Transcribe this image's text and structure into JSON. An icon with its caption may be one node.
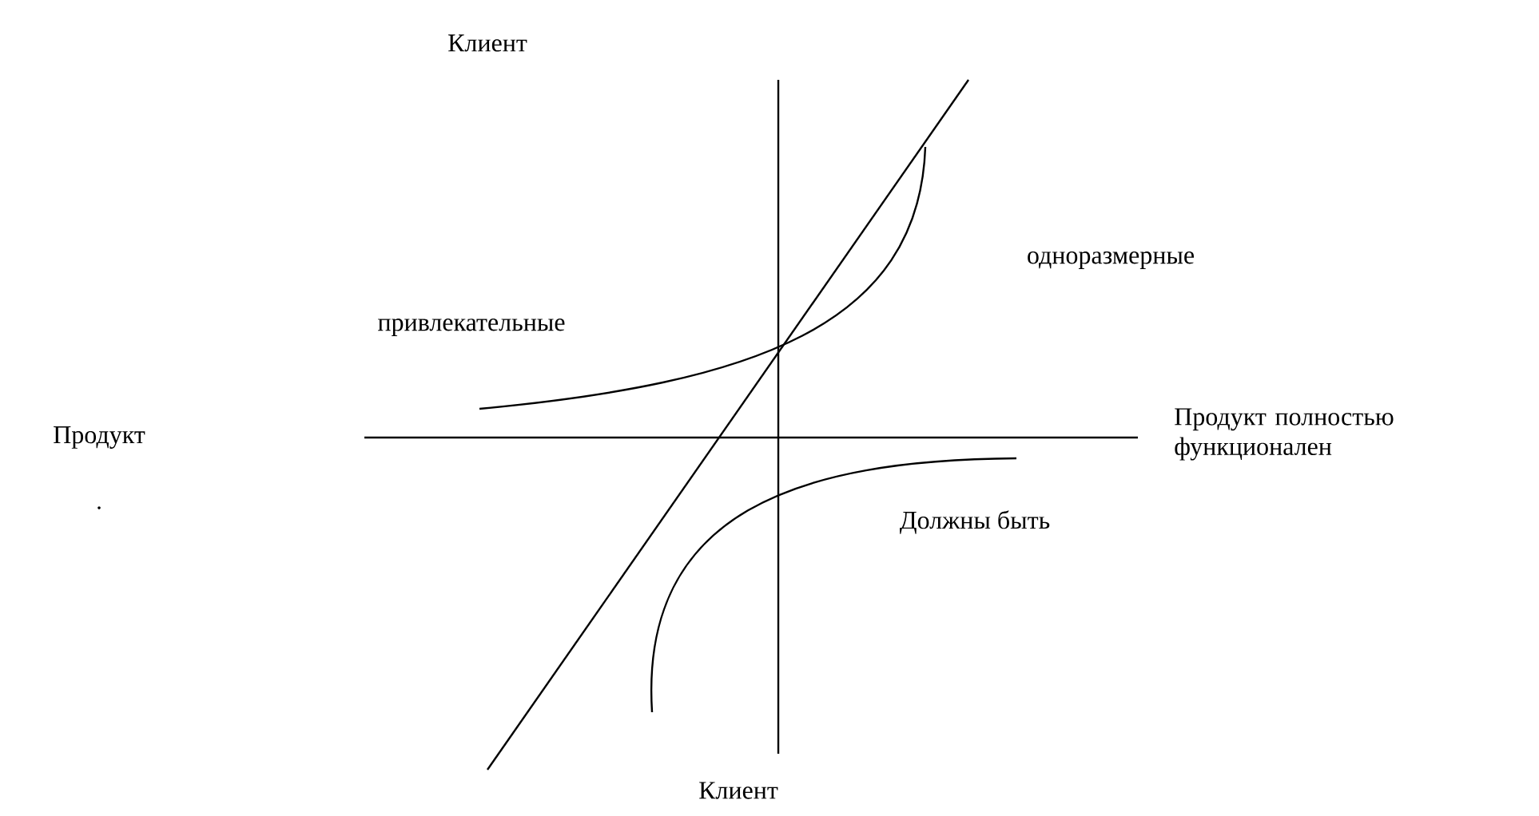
{
  "diagram": {
    "labels": [
      "Клиент",
      "одноразмерные",
      "привлекательные",
      "Продукт",
      "Продукт полностью функционален",
      "Должны быть",
      "Клиент"
    ]
  }
}
